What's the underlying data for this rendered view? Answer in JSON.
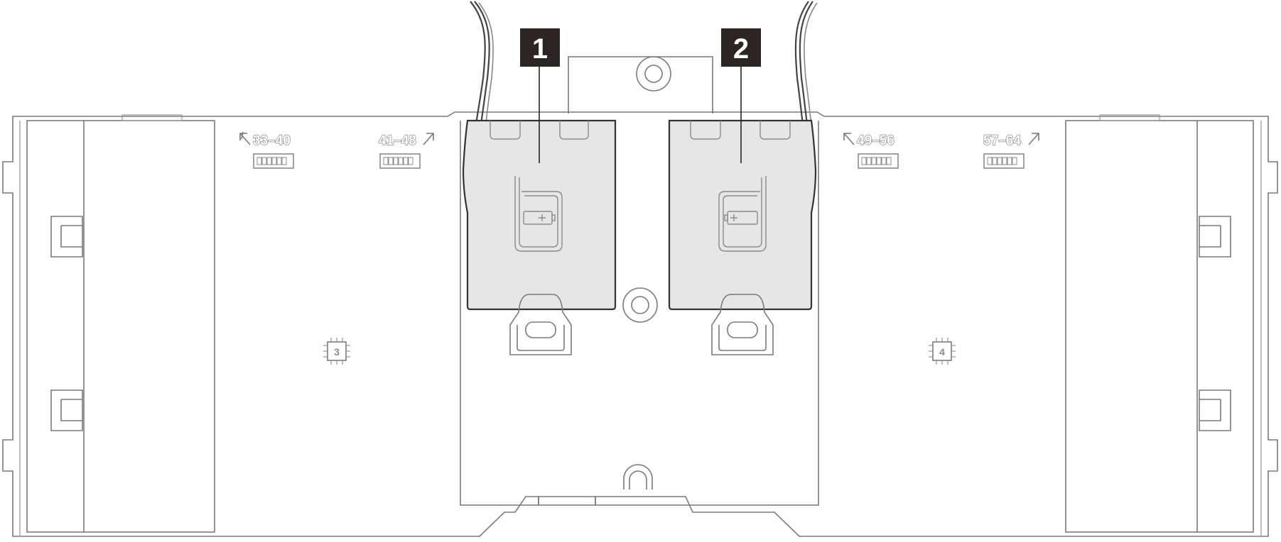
{
  "callouts": [
    {
      "label": "1"
    },
    {
      "label": "2"
    }
  ],
  "dimm_ranges": [
    {
      "label": "33–40"
    },
    {
      "label": "41–48"
    },
    {
      "label": "49–56"
    },
    {
      "label": "57–64"
    }
  ],
  "processors": [
    {
      "label": "3"
    },
    {
      "label": "4"
    }
  ]
}
